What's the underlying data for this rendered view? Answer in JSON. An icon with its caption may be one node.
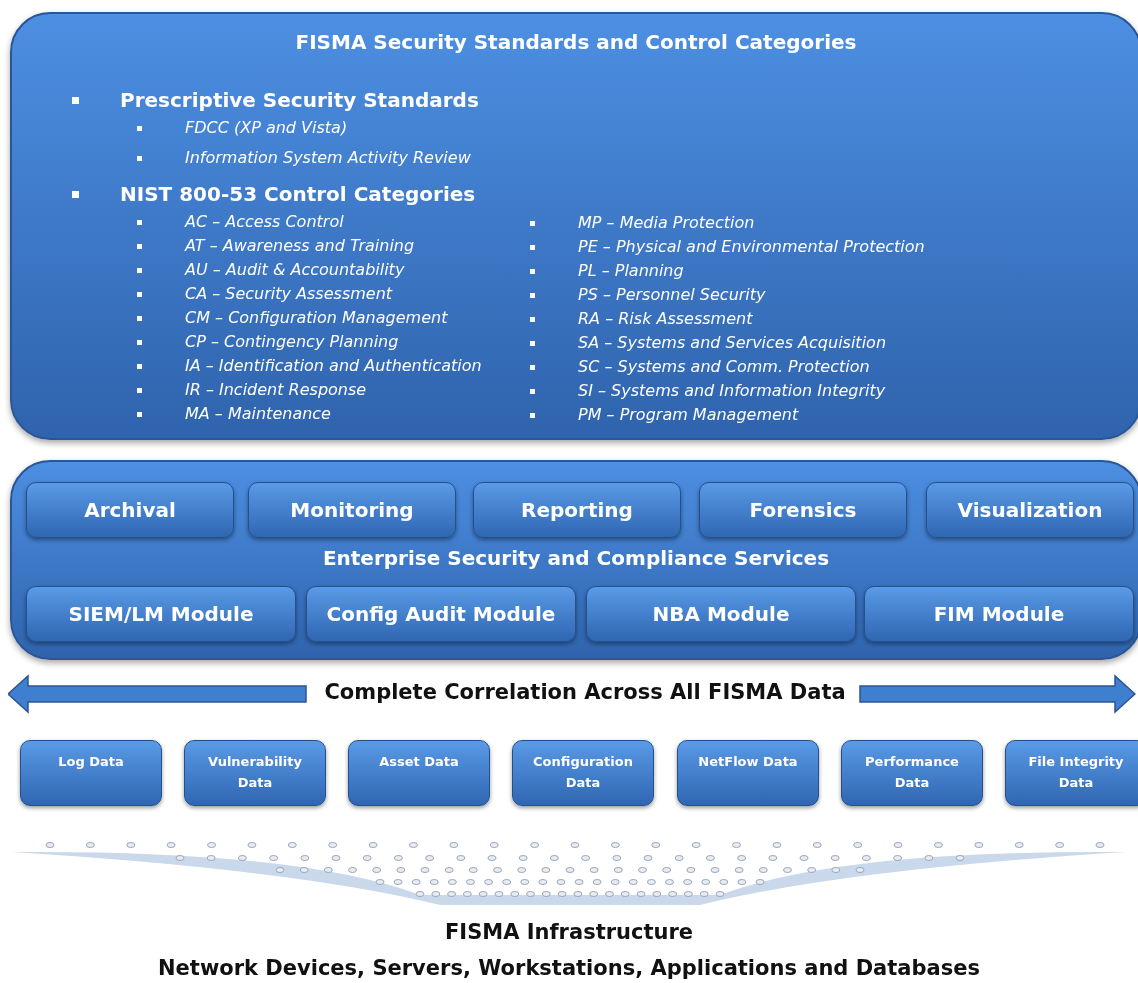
{
  "diagram": {
    "nodes": [
      {
        "text": [
          "FISMA Security Standards and Control Categories",
          "Prescriptive Security Standards",
          "FDCC (XP and Vista)",
          "Information System Activity Review",
          "NIST 800-53 Control Categories",
          "AC – Access Control",
          "AT – Awareness and Training",
          "AU – Audit & Accountability",
          "CA – Security Assessment",
          "CM – Configuration Management",
          "CP – Contingency Planning",
          "IA – Identification and Authentication",
          "IR – Incident Response",
          "MA – Maintenance",
          "MP – Media Protection",
          "PE – Physical and Environmental Protection",
          "PL – Planning",
          "PS – Personnel Security",
          "RA – Risk Assessment",
          "SA – Systems and Services Acquisition",
          "SC – Systems and Comm. Protection",
          "SI – Systems and Information Integrity",
          "PM – Program Management"
        ]
      },
      {
        "text": [
          "Enterprise Security and Compliance Services"
        ]
      },
      {
        "text": [
          "Archival"
        ],
        "in": 1
      },
      {
        "text": [
          "Monitoring"
        ],
        "in": 1
      },
      {
        "text": [
          "Reporting"
        ],
        "in": 1
      },
      {
        "text": [
          "Forensics"
        ],
        "in": 1
      },
      {
        "text": [
          "Visualization"
        ],
        "in": 1
      },
      {
        "text": [
          "SIEM/LM Module"
        ],
        "in": 1
      },
      {
        "text": [
          "Config Audit Module"
        ],
        "in": 1
      },
      {
        "text": [
          "NBA Module"
        ],
        "in": 1
      },
      {
        "text": [
          "FIM Module"
        ],
        "in": 1
      },
      {
        "text": [
          "Complete Correlation Across All FISMA Data"
        ]
      },
      {
        "text": [
          "Log Data"
        ]
      },
      {
        "text": [
          "Vulnerability Data"
        ]
      },
      {
        "text": [
          "Asset Data"
        ]
      },
      {
        "text": [
          "Configuration Data"
        ]
      },
      {
        "text": [
          "NetFlow Data"
        ]
      },
      {
        "text": [
          "Performance Data"
        ]
      },
      {
        "text": [
          "File Integrity Data"
        ]
      }
    ],
    "edges": [],
    "labels": [
      "FISMA Infrastructure",
      "Network Devices, Servers, Workstations, Applications and Databases"
    ]
  }
}
